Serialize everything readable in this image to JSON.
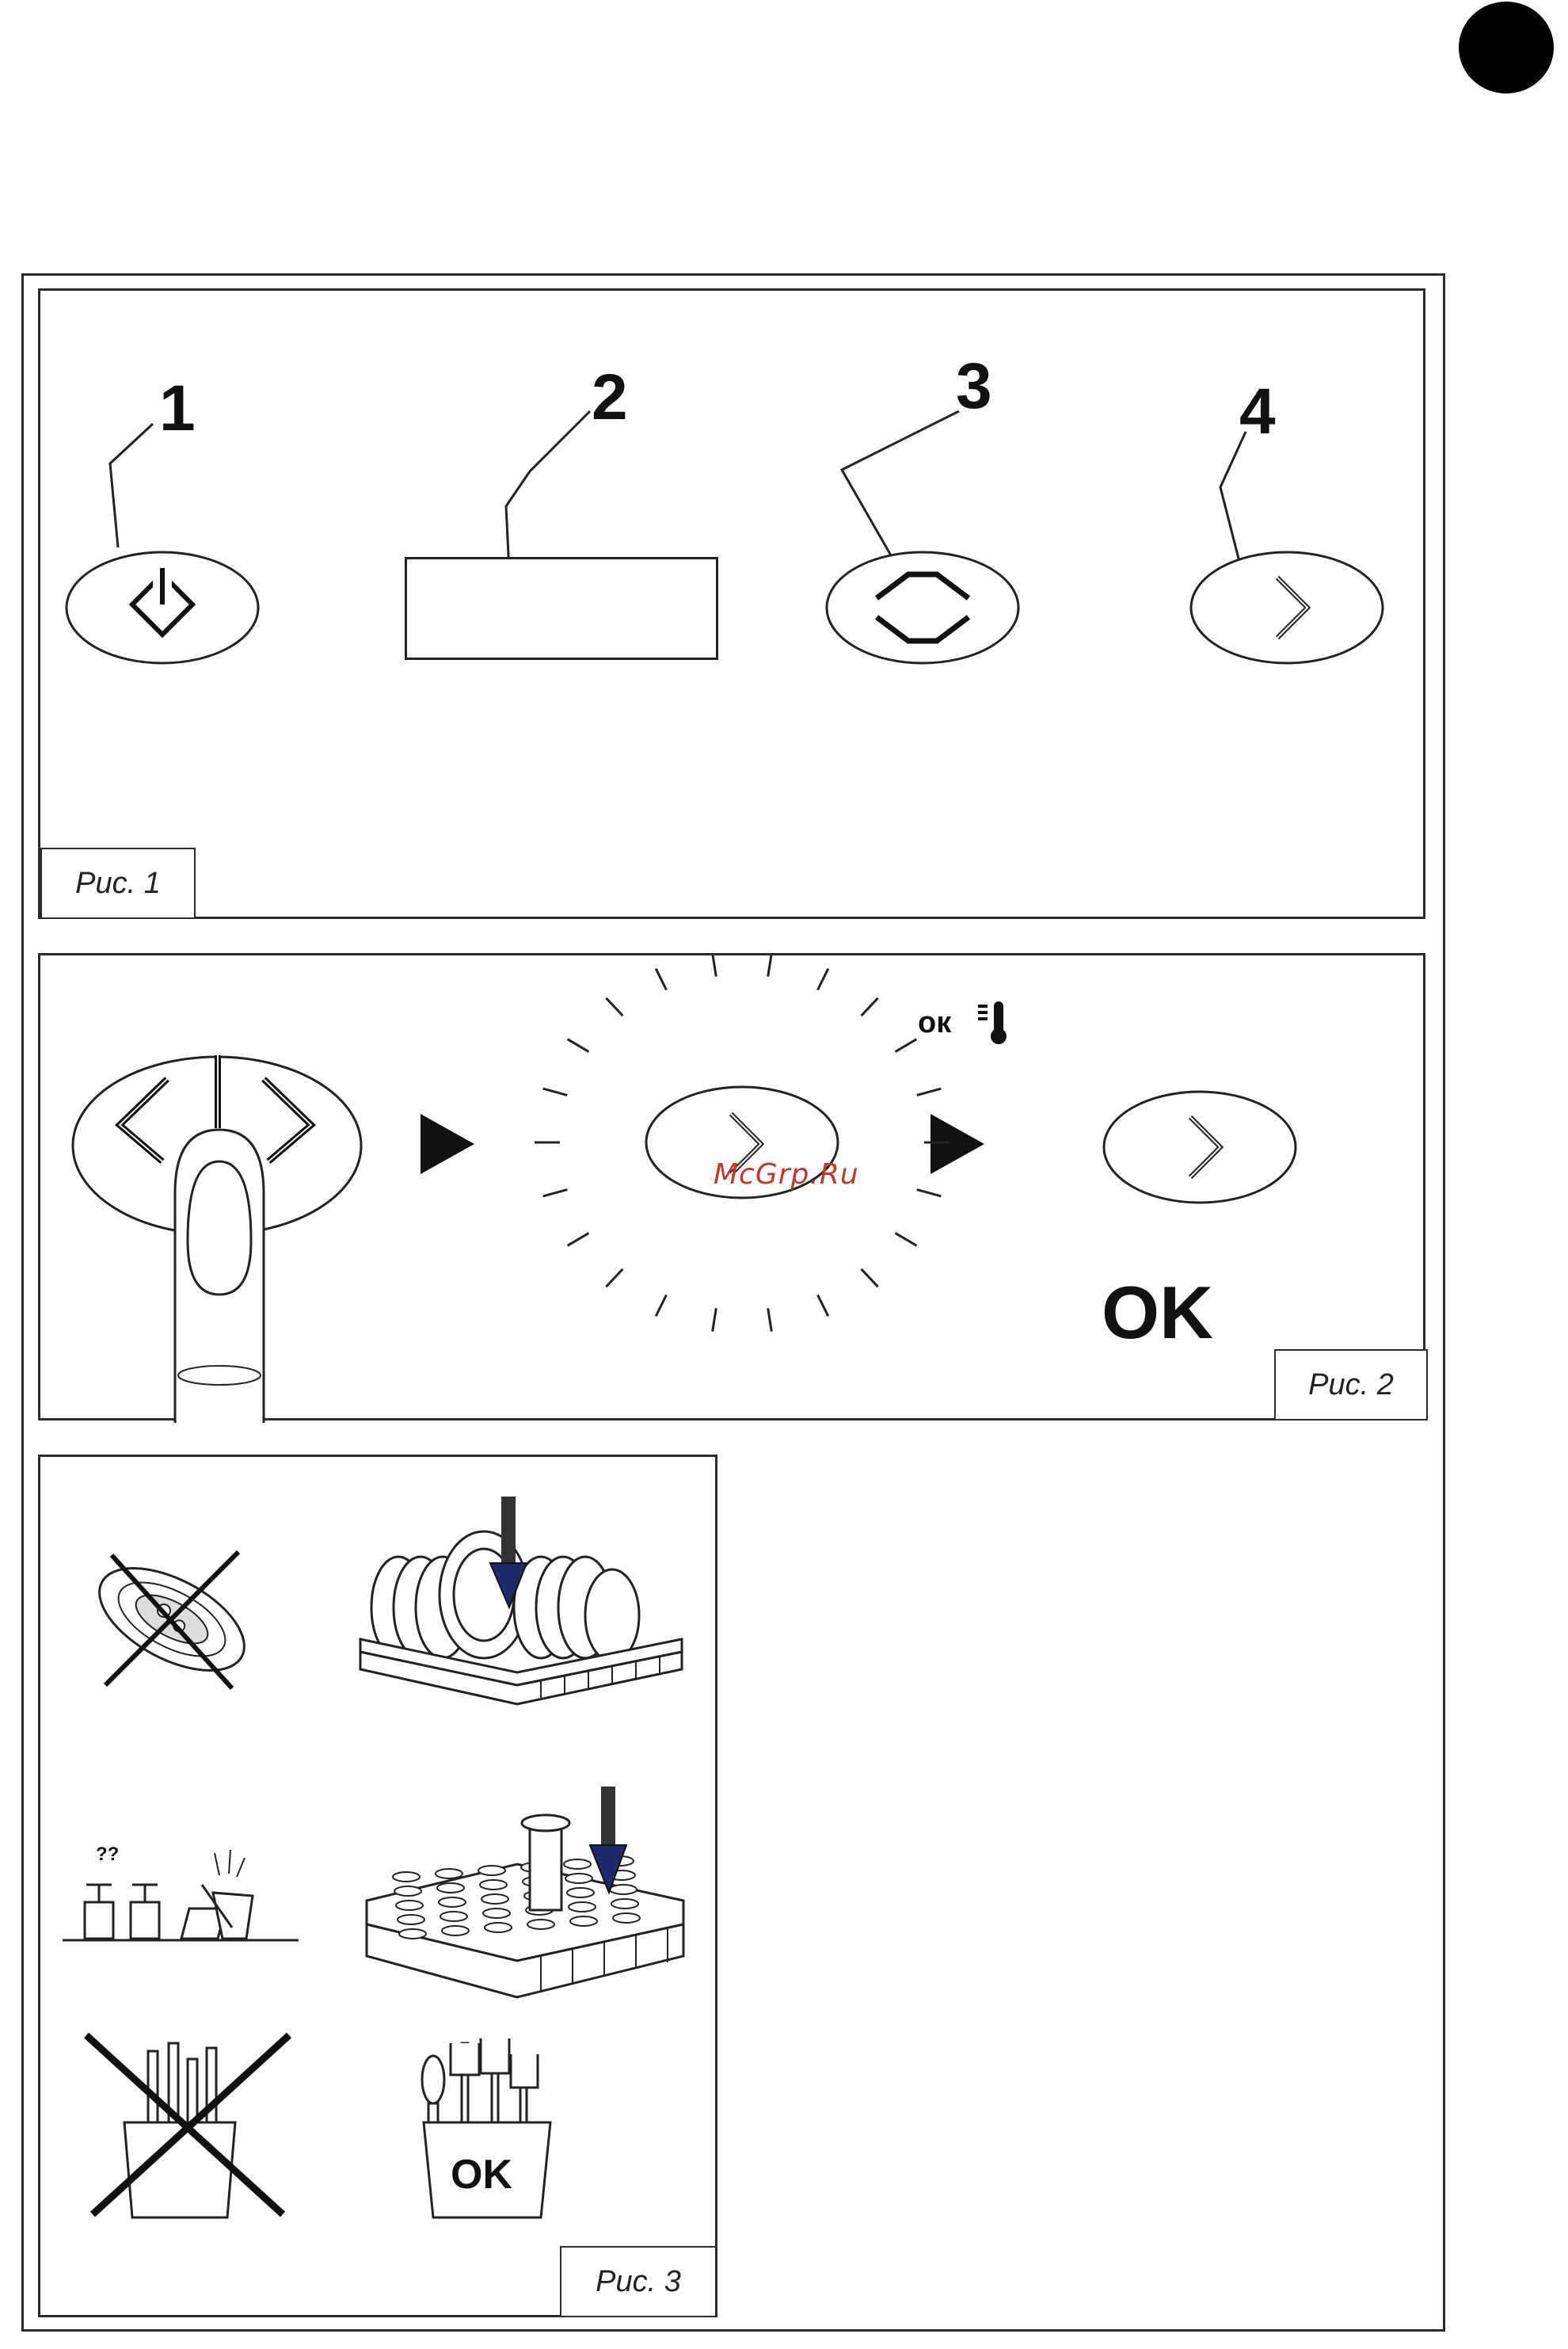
{
  "figures": {
    "fig1": {
      "label": "Рис. 1",
      "callouts": [
        "1",
        "2",
        "3",
        "4"
      ],
      "icons": [
        "power-button-icon",
        "display-window",
        "select-arrows-icon",
        "next-arrow-icon"
      ]
    },
    "fig2": {
      "label": "Рис. 2",
      "ok_small": "ок",
      "ok_big": "OK",
      "icons": [
        "finger-press-power-icon",
        "step-arrow-icon",
        "blinking-arrow-icon",
        "thermometer-icon",
        "steady-arrow-icon"
      ]
    },
    "fig3": {
      "label": "Рис. 3",
      "question_marks": "??",
      "ok_cup": "OK",
      "icons": [
        "crossed-plate-icon",
        "plate-rack-icon",
        "glasses-warning-icon",
        "glass-rack-icon",
        "crossed-cutlery-basket-icon",
        "cutlery-basket-ok-icon"
      ]
    }
  },
  "watermark": "McGrp.Ru",
  "colors": {
    "ink": "#111111",
    "watermark": "#c0392b",
    "plunger": "#1f2a6b"
  }
}
